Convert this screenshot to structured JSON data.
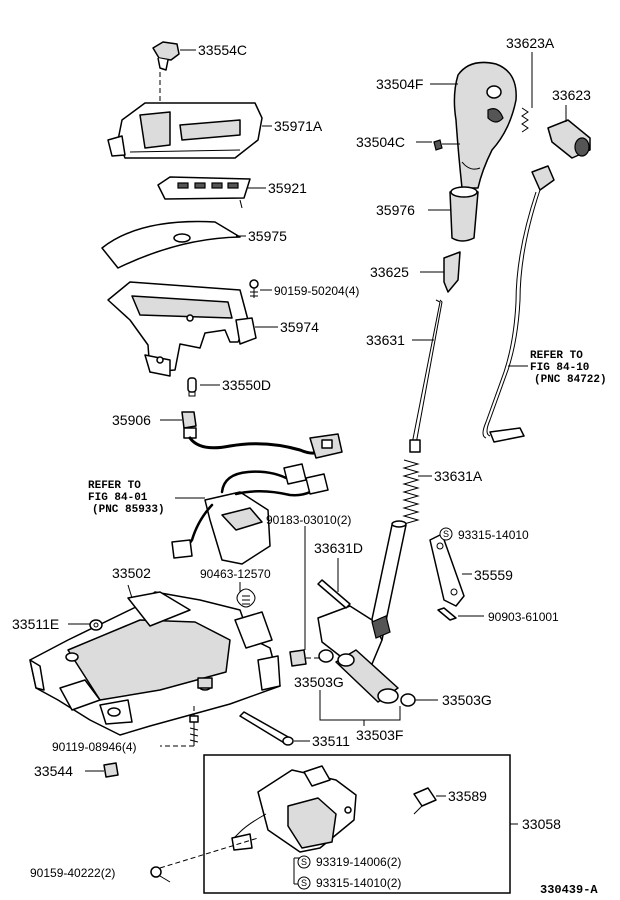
{
  "labels": {
    "l33554C": "33554C",
    "l35971A": "35971A",
    "l35921": "35921",
    "l35975": "35975",
    "l90159_50204": "90159-50204(4)",
    "l35974": "35974",
    "l33550D": "33550D",
    "l35906": "35906",
    "l33623A": "33623A",
    "l33504F": "33504F",
    "l33623": "33623",
    "l33504C": "33504C",
    "l35976": "35976",
    "l33625": "33625",
    "l33631": "33631",
    "l33631A": "33631A",
    "l90183_03010": "90183-03010(2)",
    "l93315_14010a": "93315-14010",
    "l33631D": "33631D",
    "l33502": "33502",
    "l90463_12570": "90463-12570",
    "l35559": "35559",
    "l33511E": "33511E",
    "l90903_61001": "90903-61001",
    "l33503G_a": "33503G",
    "l33503G_b": "33503G",
    "l33503F": "33503F",
    "l90119_08946": "90119-08946(4)",
    "l33511": "33511",
    "l33544": "33544",
    "l33589": "33589",
    "l33058": "33058",
    "l90159_40222": "90159-40222(2)",
    "l93319_14006": "93319-14006(2)",
    "l93315_14010b": "93315-14010(2)"
  },
  "refs": {
    "right_1": "REFER TO",
    "right_2": "FIG  84-10",
    "right_3": "(PNC 84722)",
    "left_1": "REFER TO",
    "left_2": "FIG  84-01",
    "left_3": "(PNC 85933)"
  },
  "symbols": {
    "s": "S"
  },
  "diagram_code": "330439-A"
}
